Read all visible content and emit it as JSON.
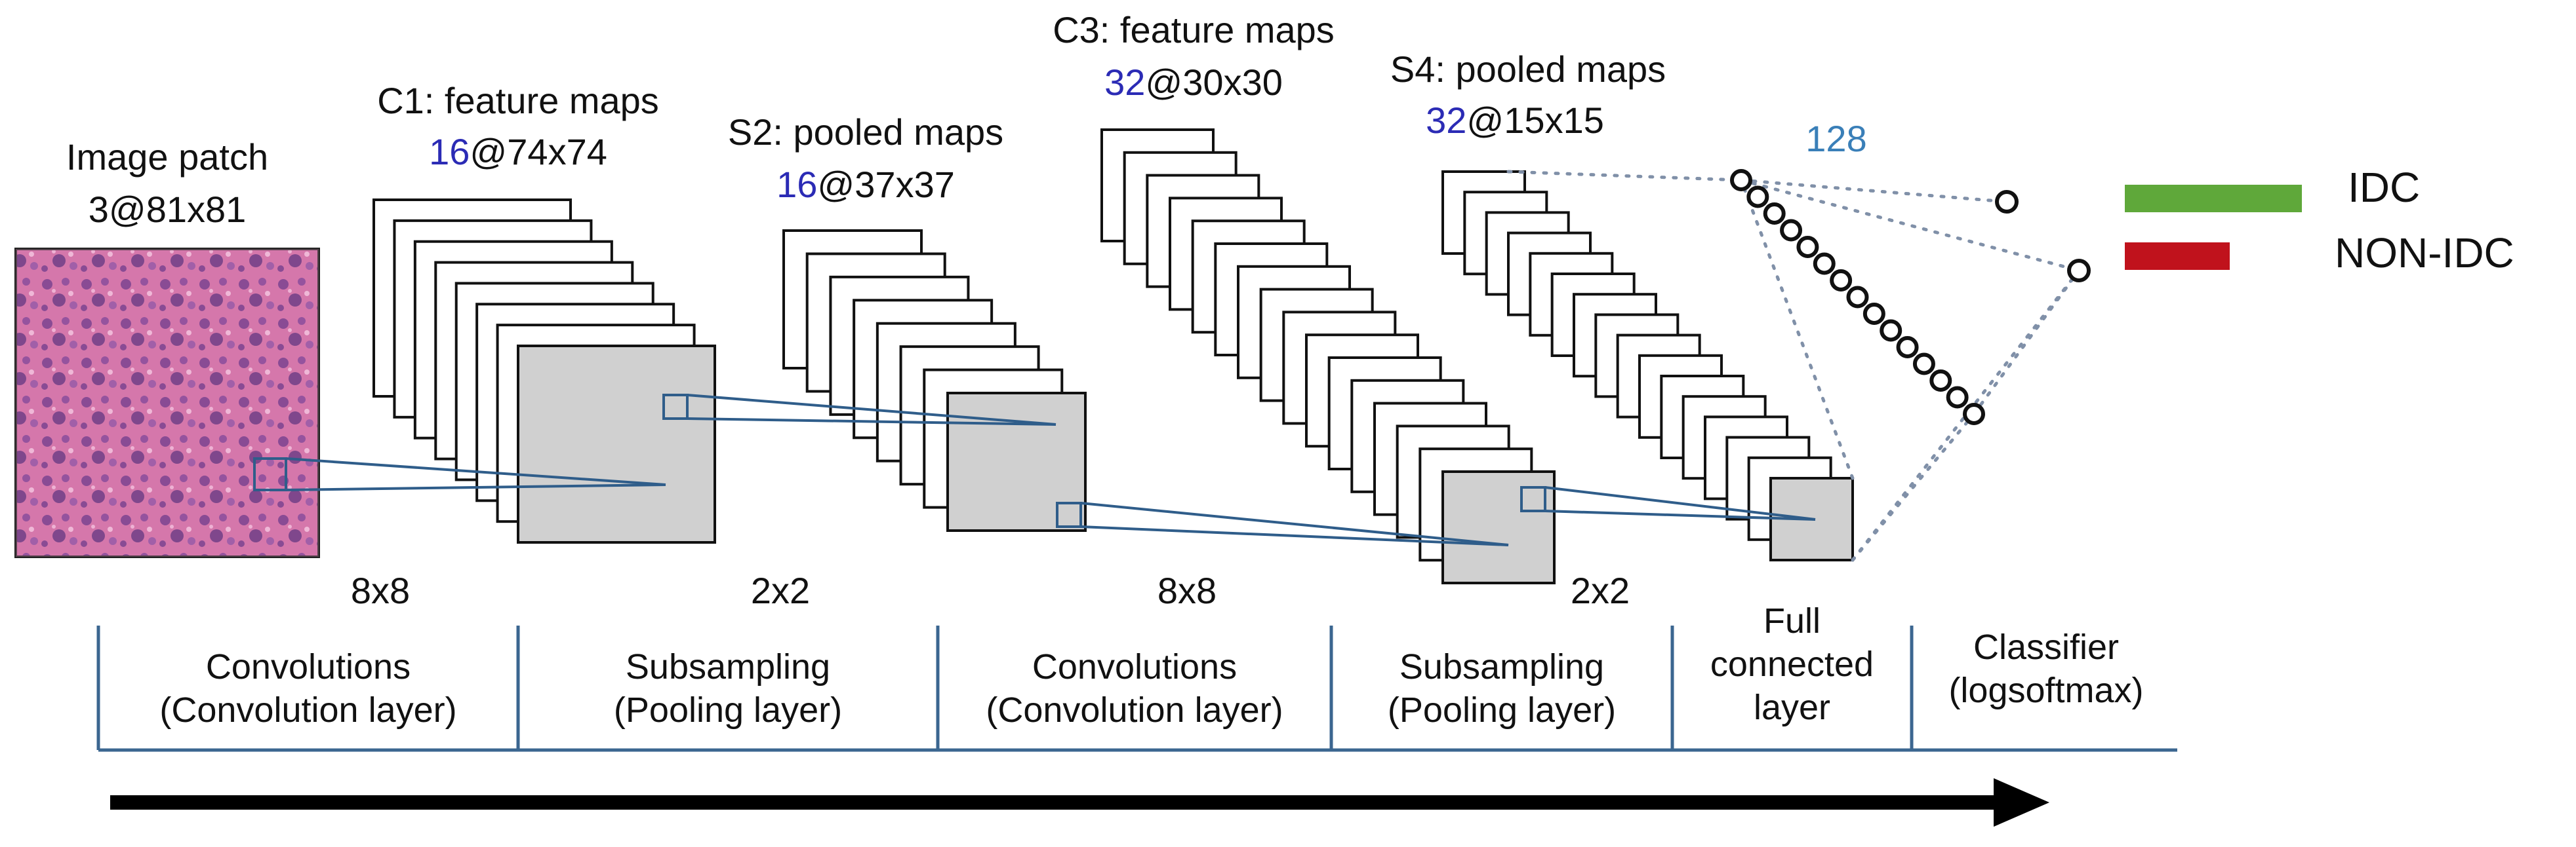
{
  "layers": {
    "input": {
      "title": "Image patch",
      "depth": "3",
      "sep": "@",
      "size": "81x81"
    },
    "c1": {
      "title": "C1: feature maps",
      "depth": "16",
      "sep": "@",
      "size": "74x74"
    },
    "s2": {
      "title": "S2: pooled maps",
      "depth": "16",
      "sep": "@",
      "size": "37x37"
    },
    "c3": {
      "title": "C3: feature maps",
      "depth": "32",
      "sep": "@",
      "size": "30x30"
    },
    "s4": {
      "title": "S4: pooled maps",
      "depth": "32",
      "sep": "@",
      "size": "15x15"
    },
    "fc": {
      "units": "128"
    }
  },
  "kernels": {
    "k1": "8x8",
    "k2": "2x2",
    "k3": "8x8",
    "k4": "2x2"
  },
  "stages": [
    {
      "line1": "Convolutions",
      "line2": "(Convolution layer)"
    },
    {
      "line1": "Subsampling",
      "line2": "(Pooling layer)"
    },
    {
      "line1": "Convolutions",
      "line2": "(Convolution layer)"
    },
    {
      "line1": "Subsampling",
      "line2": "(Pooling layer)"
    },
    {
      "line1": "Full",
      "line2": "connected",
      "line3": "layer"
    },
    {
      "line1": "Classifier",
      "line2": "(logsoftmax)"
    }
  ],
  "legend": [
    {
      "label": "IDC",
      "color": "#5fa83a"
    },
    {
      "label": "NON-IDC",
      "color": "#c0121c"
    }
  ],
  "colors": {
    "map_fill": "#d0d0d0",
    "map_stroke": "#111111",
    "connector": "#2f5d8a",
    "timeline": "#3b6690",
    "patch_base": "#c9639a"
  }
}
